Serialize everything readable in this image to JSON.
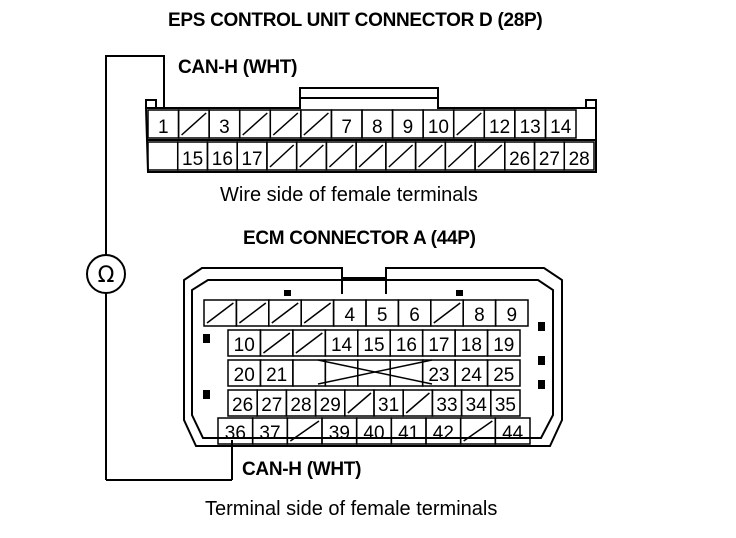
{
  "eps": {
    "title": "EPS CONTROL UNIT CONNECTOR D (28P)",
    "wire_label": "CAN-H (WHT)",
    "caption": "Wire side of female terminals",
    "row1": [
      "1",
      "/",
      "3",
      "/",
      "/",
      "/",
      "7",
      "8",
      "9",
      "10",
      "/",
      "12",
      "13",
      "14"
    ],
    "row2": [
      "",
      "15",
      "16",
      "17",
      "/",
      "/",
      "/",
      "/",
      "/",
      "/",
      "/",
      "/",
      "26",
      "27",
      "28"
    ]
  },
  "meter": {
    "symbol": "Ω",
    "icon": "ohmmeter-icon"
  },
  "ecm": {
    "title": "ECM CONNECTOR A (44P)",
    "wire_label": "CAN-H (WHT)",
    "caption": "Terminal side of female terminals",
    "rows": [
      [
        "/",
        "/",
        "/",
        "/",
        "4",
        "5",
        "6",
        "/",
        "8",
        "9"
      ],
      [
        "10",
        "/",
        "/",
        "14",
        "15",
        "16",
        "17",
        "18",
        "19"
      ],
      [
        "20",
        "21",
        "",
        "",
        "",
        "",
        "23",
        "24",
        "25"
      ],
      [
        "26",
        "27",
        "28",
        "29",
        "/",
        "31",
        "/",
        "33",
        "34",
        "35"
      ],
      [
        "36",
        "37",
        "/",
        "39",
        "40",
        "41",
        "42",
        "/",
        "44"
      ]
    ]
  },
  "colors": {
    "line": "#000000",
    "background": "#ffffff"
  }
}
